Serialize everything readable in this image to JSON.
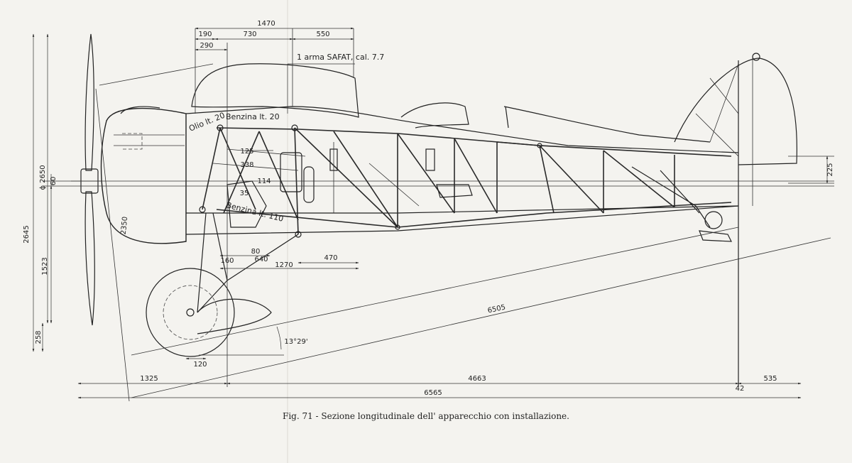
{
  "caption": "Fig. 71 - Sezione longitudinale dell' apparecchio con installazione.",
  "labels": {
    "weapon": "1 arma SAFAT, cal. 7.7",
    "oil_tank": "Olio lt. 20",
    "fuel_tank_upper": "Benzina lt. 20",
    "fuel_tank_lower": "Benzina lt. 110"
  },
  "dimensions": {
    "top_1470": "1470",
    "top_190": "190",
    "top_730": "730",
    "top_550": "550",
    "top_290": "290",
    "d_125": "125",
    "d_338": "338",
    "d_35": "35",
    "d_114": "114",
    "d_80": "80",
    "d_160": "160",
    "d_640": "640",
    "d_470": "470",
    "d_1270": "1270",
    "d_120": "120",
    "d_225": "225",
    "angle": "13°29'",
    "diag_6505": "6505",
    "diag_2350": "2350",
    "left_2645": "2645",
    "left_phi2650": "ϕ 2650",
    "left_60": "60",
    "left_1523": "1523",
    "left_258": "258",
    "bottom_1325": "1325",
    "bottom_4663": "4663",
    "bottom_535": "535",
    "bottom_42": "42",
    "bottom_6565": "6565"
  }
}
